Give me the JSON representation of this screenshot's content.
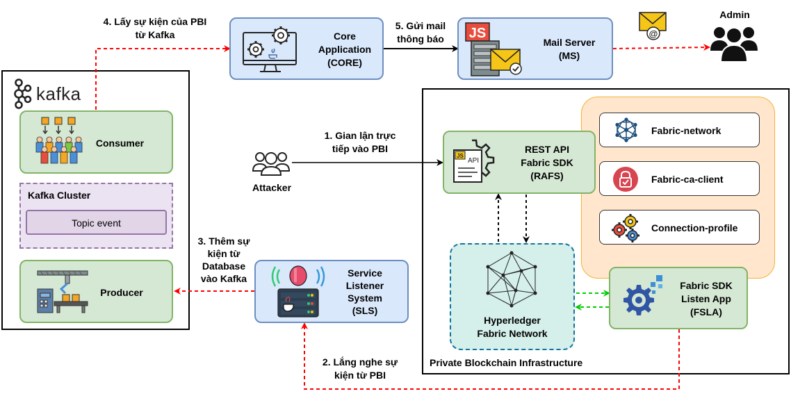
{
  "nodes": {
    "kafka_logo": "kafka",
    "consumer": "Consumer",
    "kafka_cluster": "Kafka Cluster",
    "topic_event": "Topic event",
    "producer": "Producer",
    "core": [
      "Core",
      "Application",
      "(CORE)"
    ],
    "mail_server": [
      "Mail Server",
      "(MS)"
    ],
    "mail_js_badge": "JS",
    "admin": "Admin",
    "attacker": "Attacker",
    "rest_api": [
      "REST API",
      "Fabric SDK",
      "(RAFS)"
    ],
    "api_doc_js": "JS",
    "api_doc_label": "API",
    "fabric_network_card": "Fabric-network",
    "fabric_ca_card": "Fabric-ca-client",
    "connection_profile_card": "Connection-profile",
    "hyperledger": [
      "Hyperledger",
      "Fabric Network"
    ],
    "fsla": [
      "Fabric SDK",
      "Listen App",
      "(FSLA)"
    ],
    "sls": [
      "Service",
      "Listener",
      "System",
      "(SLS)"
    ],
    "private_infra": "Private Blockchain Infrastructure"
  },
  "edges": {
    "step1": [
      "1. Gian lận trực",
      "tiếp vào PBI"
    ],
    "step2": [
      "2. Lắng nghe sự",
      "kiện từ PBI"
    ],
    "step3": [
      "3. Thêm sự",
      "kiện từ",
      "Database",
      "vào Kafka"
    ],
    "step4": [
      "4. Lấy sự kiện của PBI",
      "từ Kafka"
    ],
    "step5": [
      "5. Gửi mail",
      "thông báo"
    ]
  },
  "colors": {
    "green_fill": "#d5e8d4",
    "green_stroke": "#82b366",
    "blue_fill": "#dae8fc",
    "blue_stroke": "#6c8ebf",
    "orange_fill": "#ffe6cc",
    "orange_stroke": "#f3b234",
    "purple_fill": "#e1d5e7",
    "purple_stroke": "#9673a6",
    "red_arrow": "#ff0000",
    "green_arrow": "#00cc00"
  }
}
